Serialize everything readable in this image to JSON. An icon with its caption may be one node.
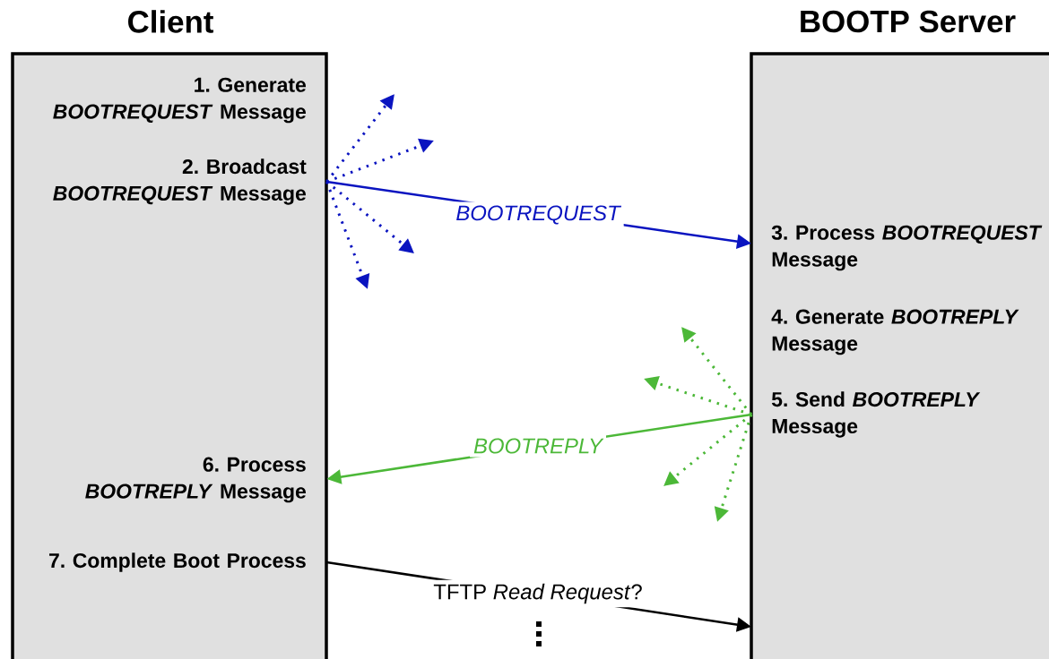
{
  "diagram": {
    "nodes": [
      {
        "text": [
          "Client",
          "1. Generate *BOOTREQUEST* Message",
          "2. Broadcast *BOOTREQUEST* Message",
          "6. Process *BOOTREPLY* Message",
          "7. Complete Boot Process"
        ]
      },
      {
        "text": [
          "BOOTP Server",
          "3. Process *BOOTREQUEST* Message",
          "4. Generate *BOOTREPLY* Message",
          "5. Send *BOOTREPLY* Message"
        ]
      }
    ],
    "edges": [
      {
        "from": 0,
        "to": 1,
        "arrow": "to",
        "label": "BOOTREQUEST",
        "color": "#0a14c0"
      },
      {
        "from": 0,
        "to": null,
        "arrow": "to",
        "style": "dashed",
        "color": "#0a14c0"
      },
      {
        "from": 0,
        "to": null,
        "arrow": "to",
        "style": "dashed",
        "color": "#0a14c0"
      },
      {
        "from": 0,
        "to": null,
        "arrow": "to",
        "style": "dashed",
        "color": "#0a14c0"
      },
      {
        "from": 0,
        "to": null,
        "arrow": "to",
        "style": "dashed",
        "color": "#0a14c0"
      },
      {
        "from": 1,
        "to": 0,
        "arrow": "to",
        "label": "BOOTREPLY",
        "color": "#4cb838"
      },
      {
        "from": 1,
        "to": null,
        "arrow": "to",
        "style": "dashed",
        "color": "#4cb838"
      },
      {
        "from": 1,
        "to": null,
        "arrow": "to",
        "style": "dashed",
        "color": "#4cb838"
      },
      {
        "from": 1,
        "to": null,
        "arrow": "to",
        "style": "dashed",
        "color": "#4cb838"
      },
      {
        "from": 1,
        "to": null,
        "arrow": "to",
        "style": "dashed",
        "color": "#4cb838"
      },
      {
        "from": 0,
        "to": 1,
        "arrow": "to",
        "label": "TFTP *Read Request*?",
        "color": "#000000"
      }
    ]
  }
}
